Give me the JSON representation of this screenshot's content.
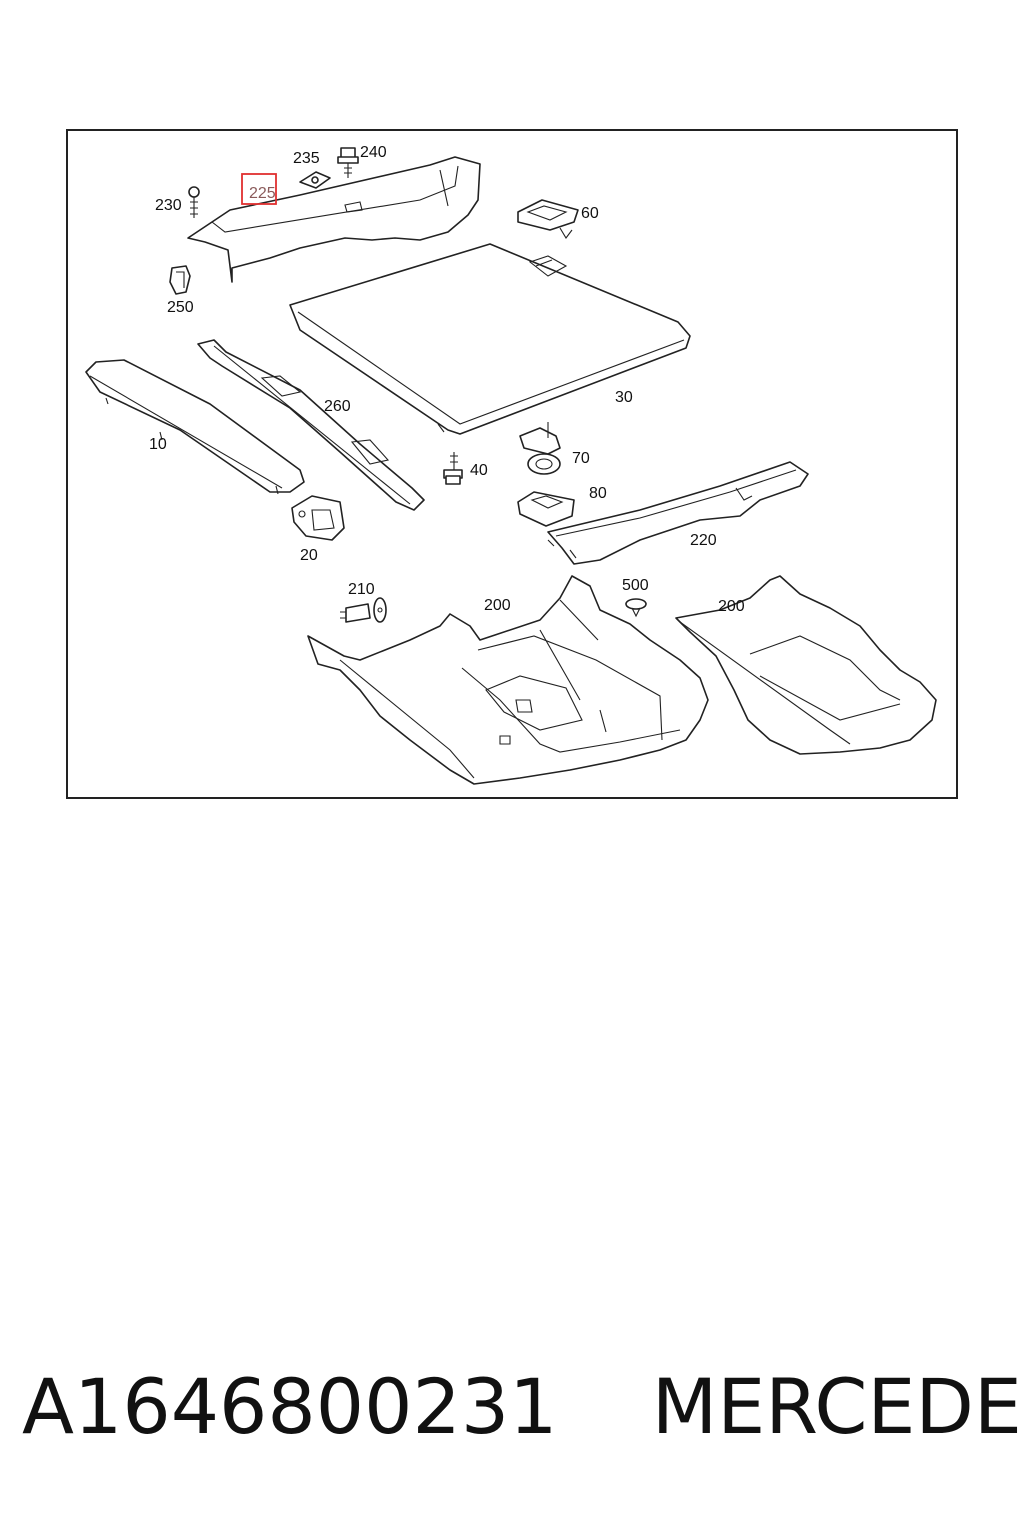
{
  "diagram": {
    "callouts": [
      {
        "id": "c225",
        "label": "225",
        "highlighted": true
      },
      {
        "id": "c230",
        "label": "230"
      },
      {
        "id": "c235",
        "label": "235"
      },
      {
        "id": "c240",
        "label": "240"
      },
      {
        "id": "c250",
        "label": "250"
      },
      {
        "id": "c60",
        "label": "60"
      },
      {
        "id": "c260",
        "label": "260"
      },
      {
        "id": "c30",
        "label": "30"
      },
      {
        "id": "c10",
        "label": "10"
      },
      {
        "id": "c40",
        "label": "40"
      },
      {
        "id": "c70",
        "label": "70"
      },
      {
        "id": "c80",
        "label": "80"
      },
      {
        "id": "c20",
        "label": "20"
      },
      {
        "id": "c220",
        "label": "220"
      },
      {
        "id": "c210",
        "label": "210"
      },
      {
        "id": "c500",
        "label": "500"
      },
      {
        "id": "c200a",
        "label": "200"
      },
      {
        "id": "c200b",
        "label": "200"
      }
    ],
    "highlight_color": "#e03030"
  },
  "footer": {
    "part_number": "A1646800231",
    "brand": "MERCEDES"
  }
}
